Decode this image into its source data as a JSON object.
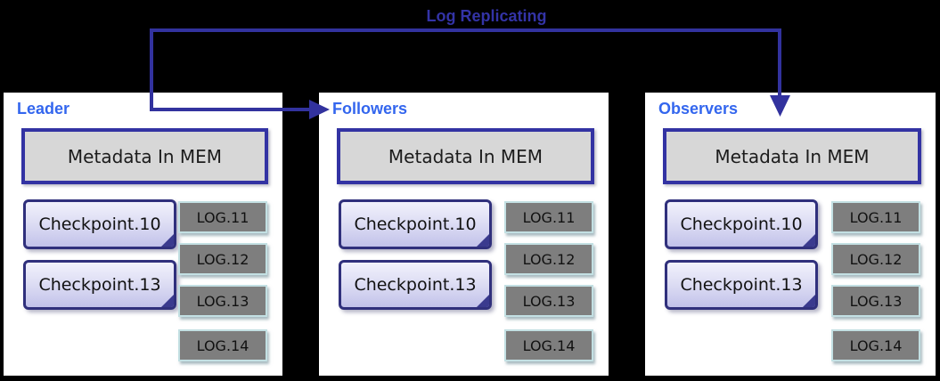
{
  "arrow": {
    "label": "Log Replicating",
    "color": "#32329E"
  },
  "panels": [
    {
      "title": "Leader",
      "metadata": "Metadata In MEM",
      "checkpoints": [
        "Checkpoint.10",
        "Checkpoint.13"
      ],
      "logs": [
        "LOG.11",
        "LOG.12",
        "LOG.13",
        "LOG.14"
      ]
    },
    {
      "title": "Followers",
      "metadata": "Metadata In MEM",
      "checkpoints": [
        "Checkpoint.10",
        "Checkpoint.13"
      ],
      "logs": [
        "LOG.11",
        "LOG.12",
        "LOG.13",
        "LOG.14"
      ]
    },
    {
      "title": "Observers",
      "metadata": "Metadata In MEM",
      "checkpoints": [
        "Checkpoint.10",
        "Checkpoint.13"
      ],
      "logs": [
        "LOG.11",
        "LOG.12",
        "LOG.13",
        "LOG.14"
      ]
    }
  ],
  "colors": {
    "background": "#000000",
    "panel_bg": "#FFFFFF",
    "panel_title_text": "#3366EE",
    "arrow": "#32329E",
    "metadata_fill": "#D7D7D7",
    "metadata_border": "#3333A3",
    "checkpoint_fill_top": "#F1F1FC",
    "checkpoint_fill_bottom": "#C2C2EA",
    "checkpoint_border": "#30307C",
    "log_fill": "#7E7E7E",
    "log_border": "#C3E0E3"
  }
}
